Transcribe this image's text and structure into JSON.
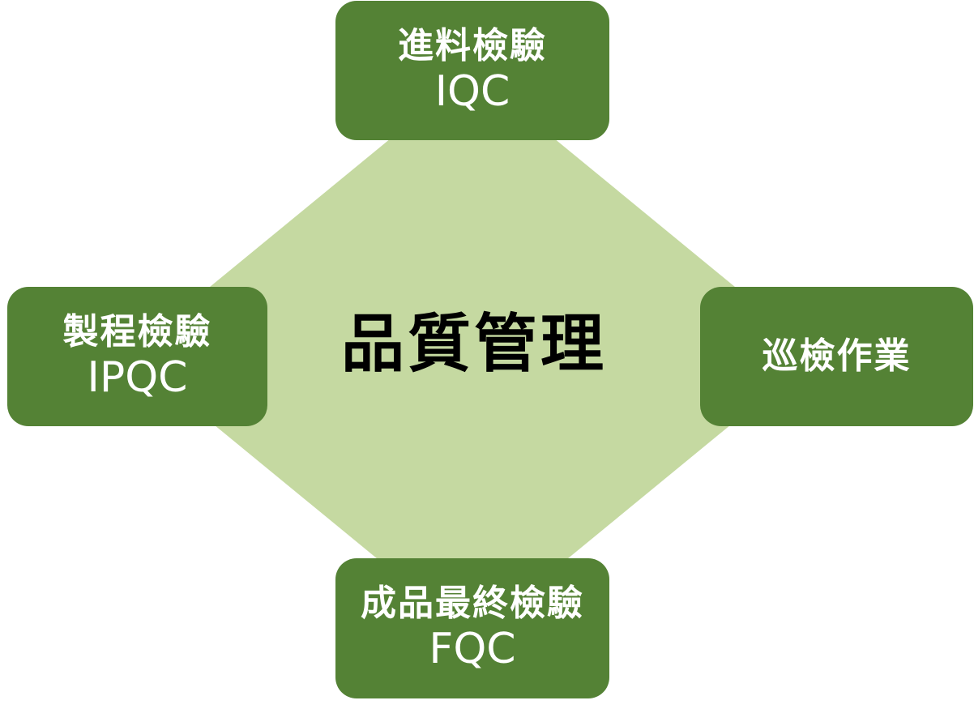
{
  "colors": {
    "node_fill": "#548235",
    "diamond_fill": "#c5d9a1",
    "node_text": "#ffffff",
    "center_text": "#000000"
  },
  "center": {
    "label": "品質管理"
  },
  "nodes": {
    "top": {
      "label_cn": "進料檢驗",
      "label_en": "IQC"
    },
    "left": {
      "label_cn": "製程檢驗",
      "label_en": "IPQC"
    },
    "right": {
      "label_cn": "巡檢作業"
    },
    "bottom": {
      "label_cn": "成品最終檢驗",
      "label_en": "FQC"
    }
  }
}
